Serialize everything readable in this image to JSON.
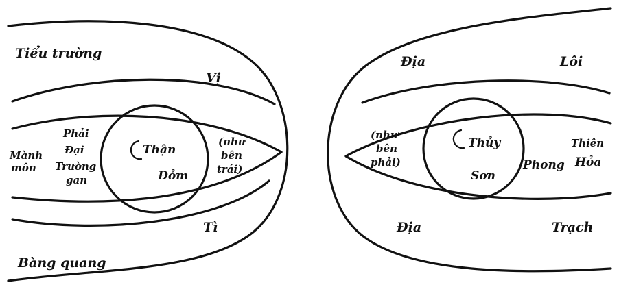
{
  "left_eye": {
    "tieu_truong": "Tiểu trường",
    "vi": "Vị",
    "manh_mon_1": "Mành",
    "manh_mon_2": "môn",
    "phai_1": "Phải",
    "phai_2": "Đại",
    "phai_3": "Trường",
    "phai_4": "gan",
    "than": "Thận",
    "dom": "Đởm",
    "nhu_1": "(như",
    "nhu_2": "bên",
    "nhu_3": "trái)",
    "ti": "Tì",
    "bang_quang": "Bàng quang"
  },
  "right_eye": {
    "dia_top": "Địa",
    "loi": "Lôi",
    "nhu_1": "(như",
    "nhu_2": "bên",
    "nhu_3": "phải)",
    "thuy": "Thủy",
    "son": "Sơn",
    "phong": "Phong",
    "thien": "Thiên",
    "hoa": "Hỏa",
    "dia_bottom": "Địa",
    "trach": "Trạch"
  }
}
